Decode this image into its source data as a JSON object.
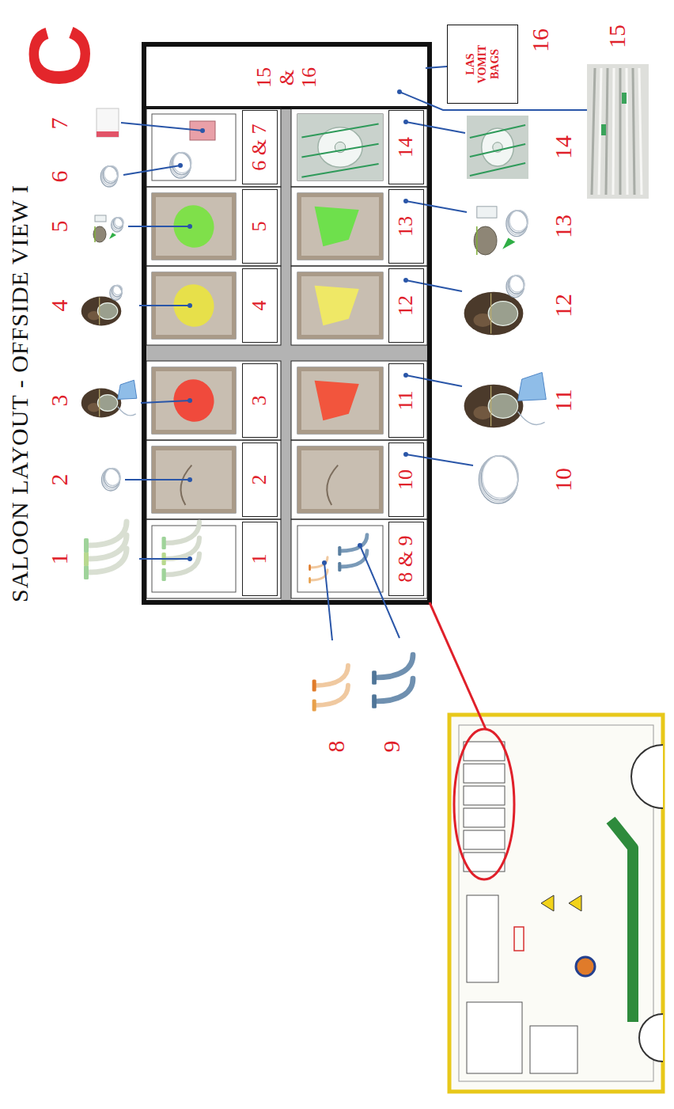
{
  "diagram": {
    "title": "SALOON LAYOUT - OFFSIDE VIEW I",
    "nodes": [
      {
        "text": [
          "1"
        ]
      },
      {
        "text": [
          "2"
        ]
      },
      {
        "text": [
          "3"
        ]
      },
      {
        "text": [
          "4"
        ]
      },
      {
        "text": [
          "5"
        ]
      },
      {
        "text": [
          "6 & 7"
        ]
      },
      {
        "text": [
          "15 & 16"
        ]
      },
      {
        "text": [
          "8 & 9"
        ]
      },
      {
        "text": [
          "10"
        ]
      },
      {
        "text": [
          "11"
        ]
      },
      {
        "text": [
          "12"
        ]
      },
      {
        "text": [
          "13"
        ]
      },
      {
        "text": [
          "14"
        ]
      },
      {
        "text": [
          "LAS VOMIT BAGS"
        ]
      }
    ],
    "edges": [
      {
        "from": 13,
        "to": 6,
        "arrow": "none"
      }
    ],
    "labels": [
      "C",
      "1",
      "2",
      "3",
      "4",
      "5",
      "6",
      "7",
      "8",
      "9",
      "10",
      "11",
      "12",
      "13",
      "14",
      "15",
      "16"
    ]
  }
}
